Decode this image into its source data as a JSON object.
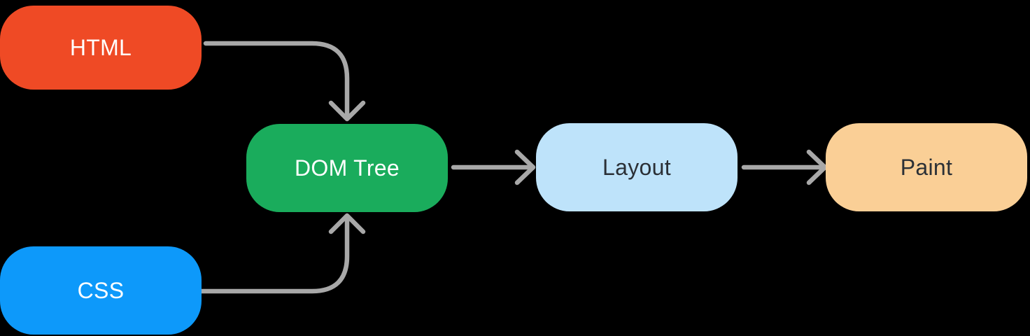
{
  "diagram": {
    "name": "browser-rendering-pipeline",
    "background_color": "#000000",
    "arrow_color": "#A8A8A8",
    "nodes": [
      {
        "id": "html",
        "label": "HTML",
        "bg": "#EF4A25",
        "text_color": "#FFFFFF"
      },
      {
        "id": "css",
        "label": "CSS",
        "bg": "#0D99FA",
        "text_color": "#FFFFFF"
      },
      {
        "id": "dom-tree",
        "label": "DOM Tree",
        "bg": "#1AAC5C",
        "text_color": "#FFFFFF"
      },
      {
        "id": "layout",
        "label": "Layout",
        "bg": "#BEE3FA",
        "text_color": "#2B3036"
      },
      {
        "id": "paint",
        "label": "Paint",
        "bg": "#FACF96",
        "text_color": "#2B3036"
      }
    ],
    "edges": [
      {
        "from": "html",
        "to": "dom-tree",
        "style": "elbow-down"
      },
      {
        "from": "css",
        "to": "dom-tree",
        "style": "elbow-up"
      },
      {
        "from": "dom-tree",
        "to": "layout",
        "style": "straight"
      },
      {
        "from": "layout",
        "to": "paint",
        "style": "straight"
      }
    ]
  }
}
